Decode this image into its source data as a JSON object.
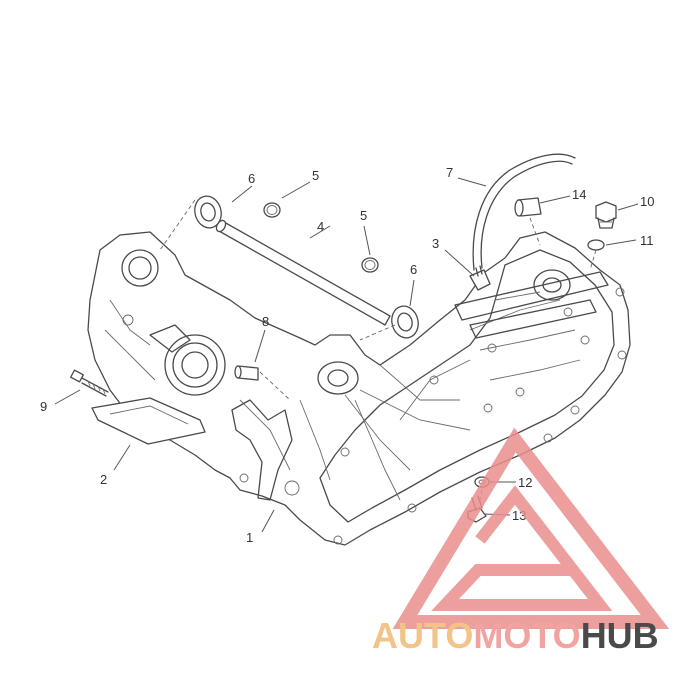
{
  "callouts": [
    {
      "id": "1",
      "label": "1"
    },
    {
      "id": "2",
      "label": "2"
    },
    {
      "id": "3",
      "label": "3"
    },
    {
      "id": "4",
      "label": "4"
    },
    {
      "id": "5a",
      "label": "5"
    },
    {
      "id": "5b",
      "label": "5"
    },
    {
      "id": "6a",
      "label": "6"
    },
    {
      "id": "6b",
      "label": "6"
    },
    {
      "id": "7",
      "label": "7"
    },
    {
      "id": "8",
      "label": "8"
    },
    {
      "id": "9",
      "label": "9"
    },
    {
      "id": "10",
      "label": "10"
    },
    {
      "id": "11",
      "label": "11"
    },
    {
      "id": "12",
      "label": "12"
    },
    {
      "id": "13",
      "label": "13"
    },
    {
      "id": "14",
      "label": "14"
    }
  ],
  "watermark": {
    "part1": "AUTO",
    "part2": "MOTO",
    "part3": "HUB",
    "color_auto": "#f2c48a",
    "color_moto": "#f0a3a0",
    "color_hub": "#4a4a4a",
    "color_triangle": "#e98f8c"
  }
}
